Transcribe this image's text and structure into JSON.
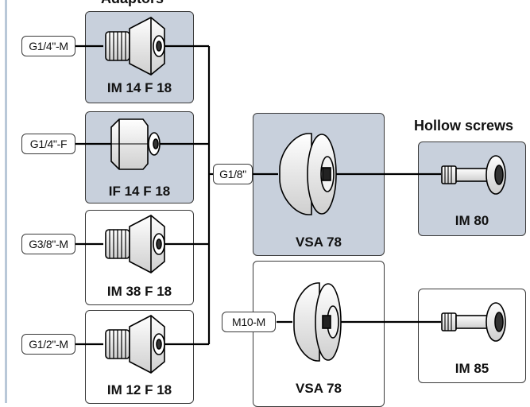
{
  "headings": {
    "adaptors": "Adaptors",
    "hollow_screws": "Hollow screws"
  },
  "adaptors": [
    {
      "port": "G1/4\"-M",
      "name": "IM 14 F 18",
      "style": "shaded",
      "icon": "male-threaded-adaptor-icon"
    },
    {
      "port": "G1/4\"-F",
      "name": "IF 14 F 18",
      "style": "shaded",
      "icon": "female-adaptor-icon"
    },
    {
      "port": "G3/8\"-M",
      "name": "IM 38 F 18",
      "style": "plain",
      "icon": "male-threaded-adaptor-icon"
    },
    {
      "port": "G1/2\"-M",
      "name": "IM 12 F 18",
      "style": "plain",
      "icon": "male-threaded-adaptor-icon"
    }
  ],
  "cups": [
    {
      "port": "G1/8\"",
      "name": "VSA 78",
      "style": "shaded",
      "icon": "suction-cup-icon"
    },
    {
      "port": "M10-M",
      "name": "VSA 78",
      "style": "plain",
      "icon": "suction-cup-icon"
    }
  ],
  "screws": [
    {
      "name": "IM 80",
      "style": "shaded",
      "icon": "hollow-screw-icon"
    },
    {
      "name": "IM 85",
      "style": "plain",
      "icon": "hollow-screw-icon"
    }
  ],
  "colors": {
    "shaded_fill": "#c8d0dc",
    "outline": "#3a3a3a",
    "wire": "#000000",
    "accent_bar": "#b9c8d8"
  }
}
